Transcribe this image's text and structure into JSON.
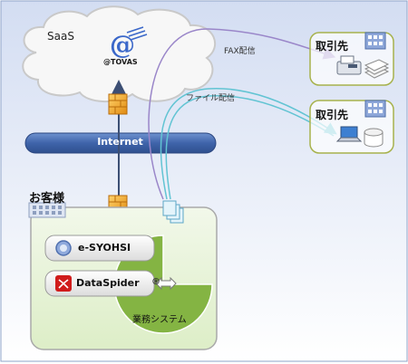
{
  "diagram": {
    "cloud_label": "SaaS",
    "service_name": "@TOVAS",
    "network_label": "Internet",
    "customer_label": "お客様",
    "products": [
      "e-SYOHSI",
      "DataSpider",
      "®"
    ],
    "business_system_label": "業務システム",
    "partner_label": "取引先",
    "fax_delivery_label": "FAX配信",
    "file_delivery_label": "ファイル配信"
  },
  "colors": {
    "background_top": "#d6e0f3",
    "background_bottom": "#ffffff",
    "network_band": "#4a70b6",
    "customer_panel": "#e4f1d2",
    "business_system": "#7fae3c",
    "arrow_fax": "#9a86c9",
    "arrow_file": "#62c4d3"
  }
}
